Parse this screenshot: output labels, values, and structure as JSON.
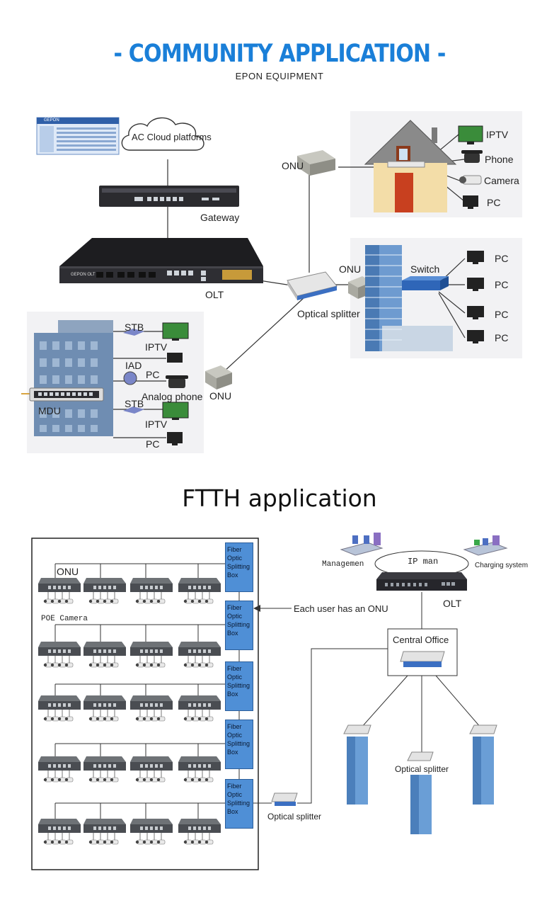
{
  "community": {
    "title": "- COMMUNITY APPLICATION -",
    "subtitle": "EPON EQUIPMENT",
    "labels": {
      "cloud": "AC Cloud platforms",
      "gateway": "Gateway",
      "olt": "OLT",
      "onu_top": "ONU",
      "onu_mid": "ONU",
      "onu_bottom": "ONU",
      "switch": "Switch",
      "optical_splitter": "Optical splitter",
      "house_devices": [
        "IPTV",
        "Phone",
        "Camera",
        "PC"
      ],
      "office_pcs": [
        "PC",
        "PC",
        "PC",
        "PC"
      ],
      "mdu": {
        "stb1": "STB",
        "iptv1": "IPTV",
        "iad": "IAD",
        "pc1": "PC",
        "analog_phone": "Analog phone",
        "stb2": "STB",
        "iptv2": "IPTV",
        "pc2": "PC",
        "mdu": "MDU"
      },
      "screen_brand": "GEPON",
      "olt_brand": "GEPON OLT"
    }
  },
  "ftth": {
    "title": "FTTH application",
    "onu": "ONU",
    "poe_camera": "POE Camera",
    "splitting_box": [
      "Fiber\nOptic\nSplitting\nBox",
      "Fiber\nOptic\nSplitting\nBox",
      "Fiber\nOptic\nSplitting\nBox",
      "Fiber\nOptic\nSplitting\nBox",
      "Fiber\nOptic\nSplitting\nBox"
    ],
    "each_user": "Each user has an ONU",
    "management": "Managemen",
    "ip_man": "IP man",
    "charging": "Charging system",
    "olt": "OLT",
    "central_office": "Central Office",
    "optical_splitter_left": "Optical splitter",
    "optical_splitter_mid": "Optical splitter"
  },
  "colors": {
    "title_blue": "#1a7fd8",
    "box_blue": "#4f8fd6",
    "device_dark": "#2b2b2f"
  }
}
